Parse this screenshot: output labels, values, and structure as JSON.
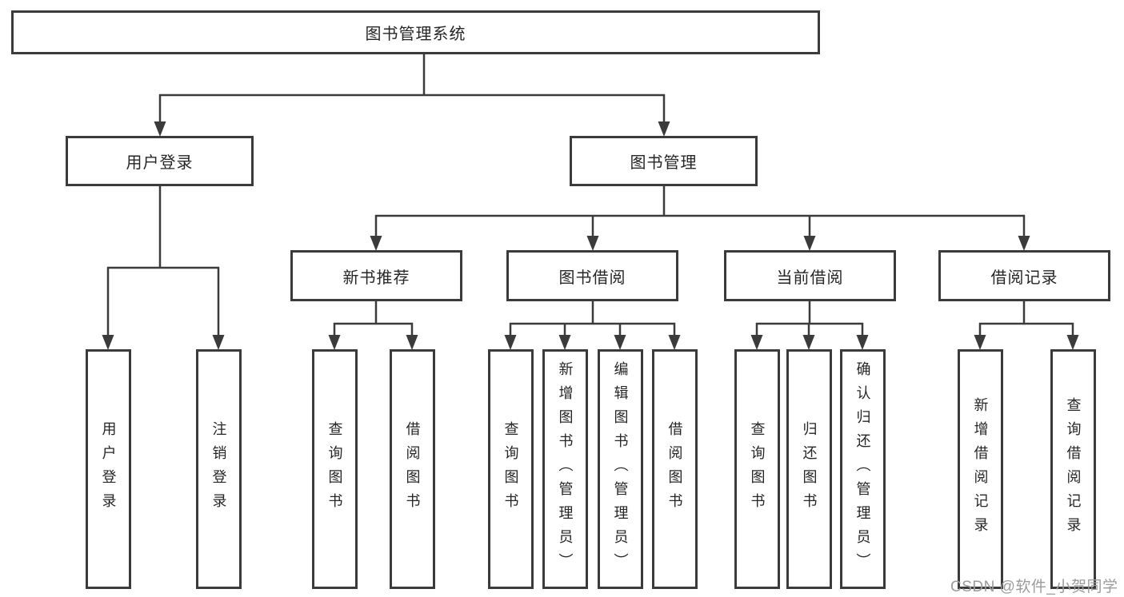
{
  "diagram_title": "图书管理系统",
  "watermark": {
    "text": "CSDN @软件_小贺同学",
    "color": "#9c9c9c"
  },
  "colors": {
    "line": "#3b3b3b",
    "box_border": "#3b3b3b",
    "text": "#262626",
    "watermark": "#9c9c9c",
    "background": "#ffffff"
  },
  "tree": {
    "label": "图书管理系统",
    "children": [
      {
        "label": "用户登录",
        "children": [
          {
            "label": "用户登录"
          },
          {
            "label": "注销登录"
          }
        ]
      },
      {
        "label": "图书管理",
        "children": [
          {
            "label": "新书推荐",
            "children": [
              {
                "label": "查询图书"
              },
              {
                "label": "借阅图书"
              }
            ]
          },
          {
            "label": "图书借阅",
            "children": [
              {
                "label": "查询图书"
              },
              {
                "label": "新增图书（管理员）"
              },
              {
                "label": "编辑图书（管理员）"
              },
              {
                "label": "借阅图书"
              }
            ]
          },
          {
            "label": "当前借阅",
            "children": [
              {
                "label": "查询图书"
              },
              {
                "label": "归还图书"
              },
              {
                "label": "确认归还（管理员）"
              }
            ]
          },
          {
            "label": "借阅记录",
            "children": [
              {
                "label": "新增借阅记录"
              },
              {
                "label": "查询借阅记录"
              }
            ]
          }
        ]
      }
    ]
  }
}
